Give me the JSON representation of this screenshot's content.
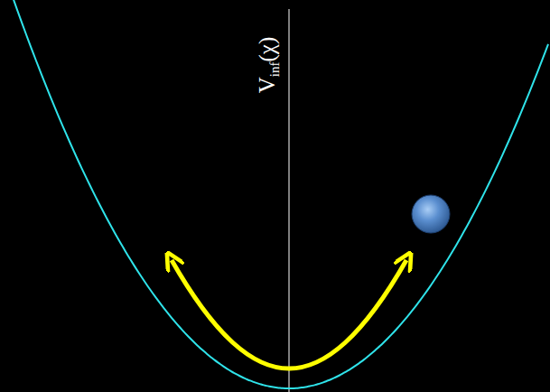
{
  "diagram": {
    "labels": [
      "V",
      "inf",
      "(χ)"
    ]
  }
}
